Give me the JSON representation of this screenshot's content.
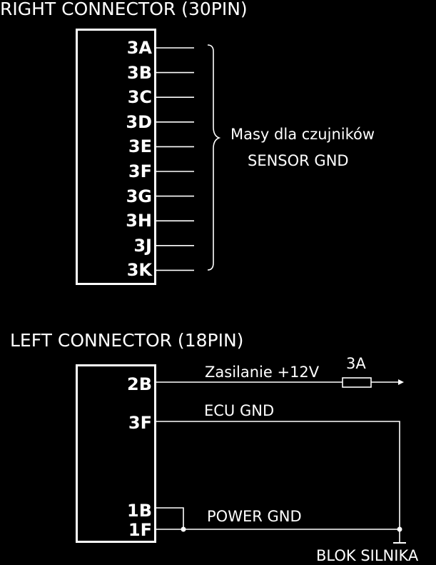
{
  "right_connector": {
    "title": "RIGHT CONNECTOR (30PIN)",
    "pins": [
      "3A",
      "3B",
      "3C",
      "3D",
      "3E",
      "3F",
      "3G",
      "3H",
      "3J",
      "3K"
    ],
    "group_label_line1": "Masy dla czujników",
    "group_label_line2": "SENSOR GND"
  },
  "left_connector": {
    "title": "LEFT CONNECTOR (18PIN)",
    "pins": {
      "p2b": "2B",
      "p3f": "3F",
      "p1b": "1B",
      "p1f": "1F"
    },
    "supply_label": "Zasilanie +12V",
    "fuse_label": "3A",
    "ecu_gnd_label": "ECU GND",
    "power_gnd_label": "POWER GND",
    "engine_block_label": "BLOK SILNIKA"
  }
}
